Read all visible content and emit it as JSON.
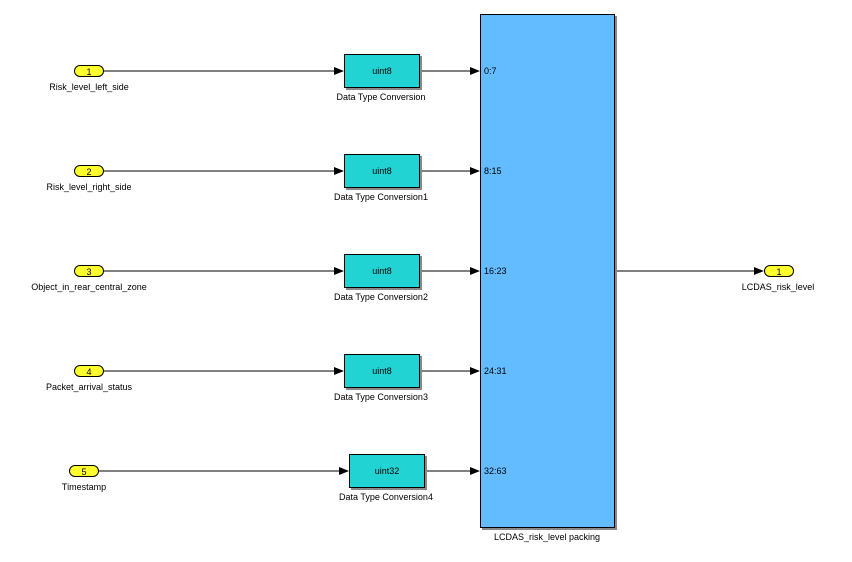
{
  "inputs": [
    {
      "port": "1",
      "name": "Risk_level_left_side"
    },
    {
      "port": "2",
      "name": "Risk_level_right_side"
    },
    {
      "port": "3",
      "name": "Object_in_rear_central_zone"
    },
    {
      "port": "4",
      "name": "Packet_arrival_status"
    },
    {
      "port": "5",
      "name": "Timestamp"
    }
  ],
  "conversions": [
    {
      "type": "uint8",
      "name": "Data Type Conversion"
    },
    {
      "type": "uint8",
      "name": "Data Type Conversion1"
    },
    {
      "type": "uint8",
      "name": "Data Type Conversion2"
    },
    {
      "type": "uint8",
      "name": "Data Type Conversion3"
    },
    {
      "type": "uint32",
      "name": "Data Type Conversion4"
    }
  ],
  "packing": {
    "name": "LCDAS_risk_level packing",
    "bit_ranges": [
      "0:7",
      "8:15",
      "16:23",
      "24:31",
      "32:63"
    ]
  },
  "output": {
    "port": "1",
    "name": "LCDAS_risk_level"
  },
  "colors": {
    "port": "#ffff2e",
    "conversion": "#21d3d3",
    "packing": "#62bcff"
  }
}
